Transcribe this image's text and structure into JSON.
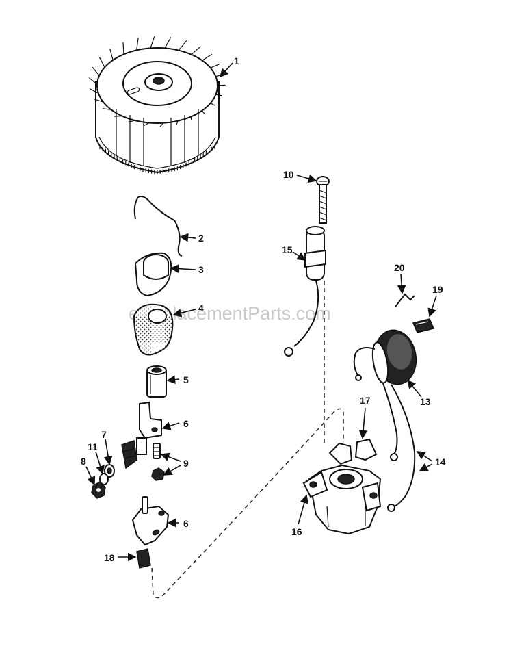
{
  "watermark": "eReplacementParts.com",
  "callouts": {
    "c1": "1",
    "c2": "2",
    "c3": "3",
    "c4": "4",
    "c5": "5",
    "c6a": "6",
    "c6b": "6",
    "c7": "7",
    "c8": "8",
    "c9": "9",
    "c10": "10",
    "c11": "11",
    "c13": "13",
    "c14": "14",
    "c15": "15",
    "c16": "16",
    "c17": "17",
    "c18": "18",
    "c19": "19",
    "c20": "20"
  }
}
